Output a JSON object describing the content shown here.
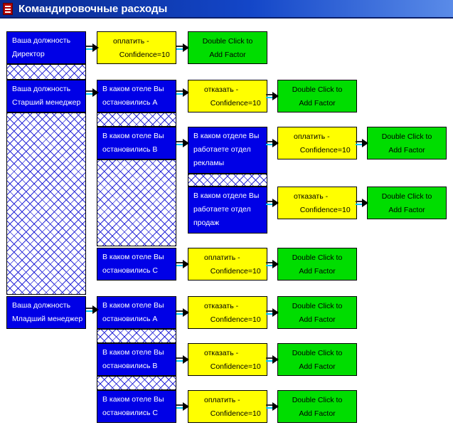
{
  "window": {
    "title": "Командировочные расходы"
  },
  "tree": {
    "positions": [
      {
        "id": "dir",
        "label": "Ваша должность\nДиректор"
      },
      {
        "id": "sen",
        "label": "Ваша должность\nСтарший менеджер"
      },
      {
        "id": "jun",
        "label": "Ваша должность\nМладший менеджер"
      }
    ],
    "hotel_questions": [
      {
        "id": "sen_a",
        "label": "В каком отеле Вы\nостановились А"
      },
      {
        "id": "sen_b",
        "label": "В каком отеле Вы\nостановились В"
      },
      {
        "id": "sen_c",
        "label": "В каком отеле Вы\nостановились С"
      },
      {
        "id": "jun_a",
        "label": "В каком отеле Вы\nостановились А"
      },
      {
        "id": "jun_b",
        "label": "В каком отеле Вы\nостановились В"
      },
      {
        "id": "jun_c",
        "label": "В каком отеле Вы\nостановились С"
      }
    ],
    "department_questions": [
      {
        "id": "dep_adv",
        "label": "В каком отделе Вы\nработаете отдел\nрекламы"
      },
      {
        "id": "dep_sales",
        "label": "В каком отделе Вы\nработаете отдел\nпродаж"
      }
    ],
    "results": [
      {
        "id": "r_dir",
        "label": "оплатить -\n   Confidence=10"
      },
      {
        "id": "r_sen_a",
        "label": "отказать -\n   Confidence=10"
      },
      {
        "id": "r_adv",
        "label": "оплатить -\n   Confidence=10"
      },
      {
        "id": "r_sales",
        "label": "отказать -\n   Confidence=10"
      },
      {
        "id": "r_sen_c",
        "label": "оплатить -\n   Confidence=10"
      },
      {
        "id": "r_jun_a",
        "label": "отказать -\n   Confidence=10"
      },
      {
        "id": "r_jun_b",
        "label": "отказать -\n   Confidence=10"
      },
      {
        "id": "r_jun_c",
        "label": "оплатить -\n   Confidence=10"
      }
    ],
    "factor_label": "Double Click to\nAdd Factor"
  },
  "colors": {
    "question_box": "#0000e6",
    "result_box": "#ffff00",
    "factor_box": "#00dd00",
    "hatch": "#2b2bd8",
    "connector_accent": "#00c8ff",
    "titlebar": "#1346c8"
  }
}
